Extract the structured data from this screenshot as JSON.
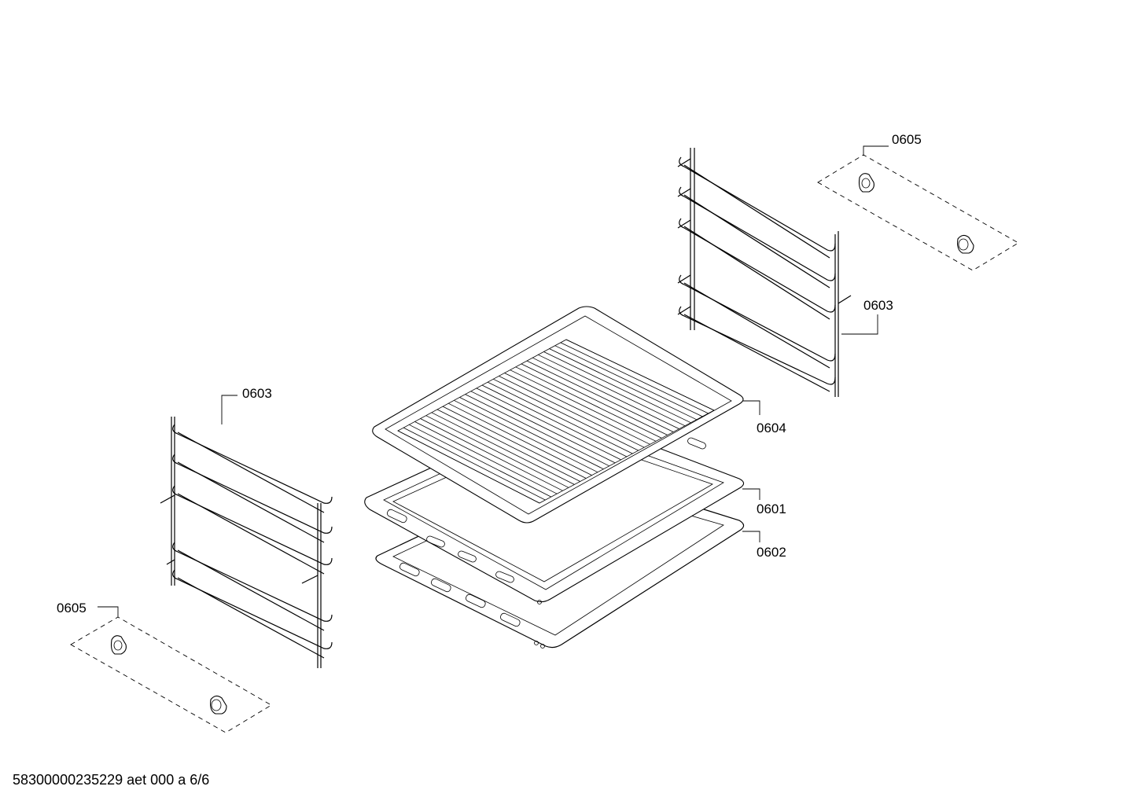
{
  "diagram": {
    "footer": "58300000235229 aet 000 a 6/6",
    "parts": [
      {
        "id": "right-clip-set",
        "label": "0605"
      },
      {
        "id": "right-shelf-rail",
        "label": "0603"
      },
      {
        "id": "left-shelf-rail",
        "label": "0603"
      },
      {
        "id": "wire-rack",
        "label": "0604"
      },
      {
        "id": "baking-tray",
        "label": "0601"
      },
      {
        "id": "deep-tray",
        "label": "0602"
      },
      {
        "id": "left-clip-set",
        "label": "0605"
      }
    ],
    "colors": {
      "line": "#000000",
      "background": "#ffffff"
    }
  }
}
